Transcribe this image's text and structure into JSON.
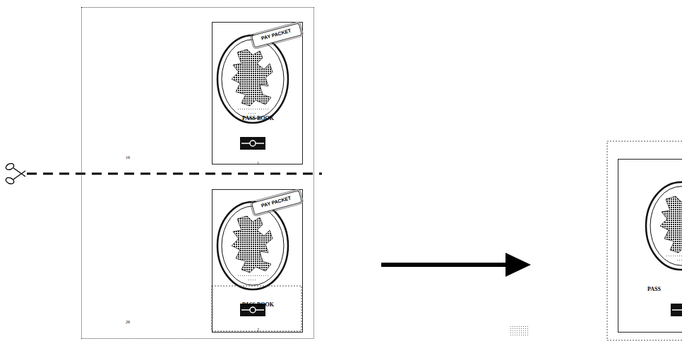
{
  "diagram": {
    "nodes": [
      {
        "text": [
          "16",
          "26"
        ]
      },
      {
        "text": [
          "PASS BOOK",
          "1"
        ],
        "in": 0
      },
      {
        "text": [
          "PAY PACKET"
        ],
        "in": 1
      },
      {
        "text": [
          "PASS BOOK",
          "2"
        ],
        "in": 0
      },
      {
        "text": [
          "PAY PACKET"
        ],
        "in": 3
      },
      {
        "text": [
          "PASS"
        ]
      }
    ]
  }
}
